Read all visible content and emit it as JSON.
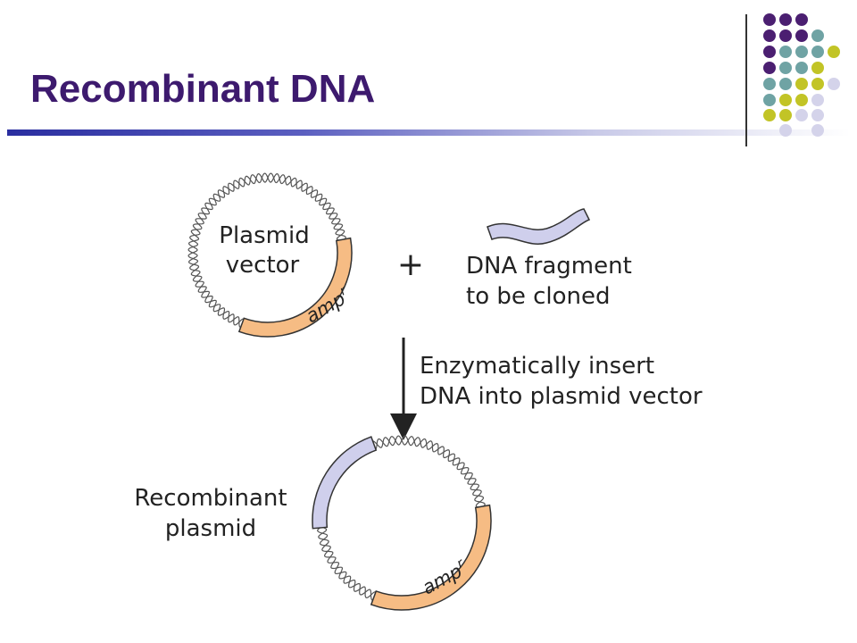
{
  "slide": {
    "title": "Recombinant DNA"
  },
  "diagram": {
    "plasmid_vector_label": [
      "Plasmid",
      "vector"
    ],
    "plus_sign": "+",
    "fragment_label": [
      "DNA fragment",
      "to be cloned"
    ],
    "step_label": [
      "Enzymatically insert",
      "DNA into plasmid vector"
    ],
    "recombinant_label": [
      "Recombinant",
      "plasmid"
    ],
    "marker_gene": "amp",
    "marker_superscript": "r"
  },
  "colors": {
    "title": "#3d1a6e",
    "amp_segment": "#f6bc84",
    "insert_segment": "#cfcfec",
    "dot_purple": "#4b1f71",
    "dot_teal": "#6fa3a4",
    "dot_olive": "#c2c426",
    "dot_lavender": "#d4d3ea"
  }
}
